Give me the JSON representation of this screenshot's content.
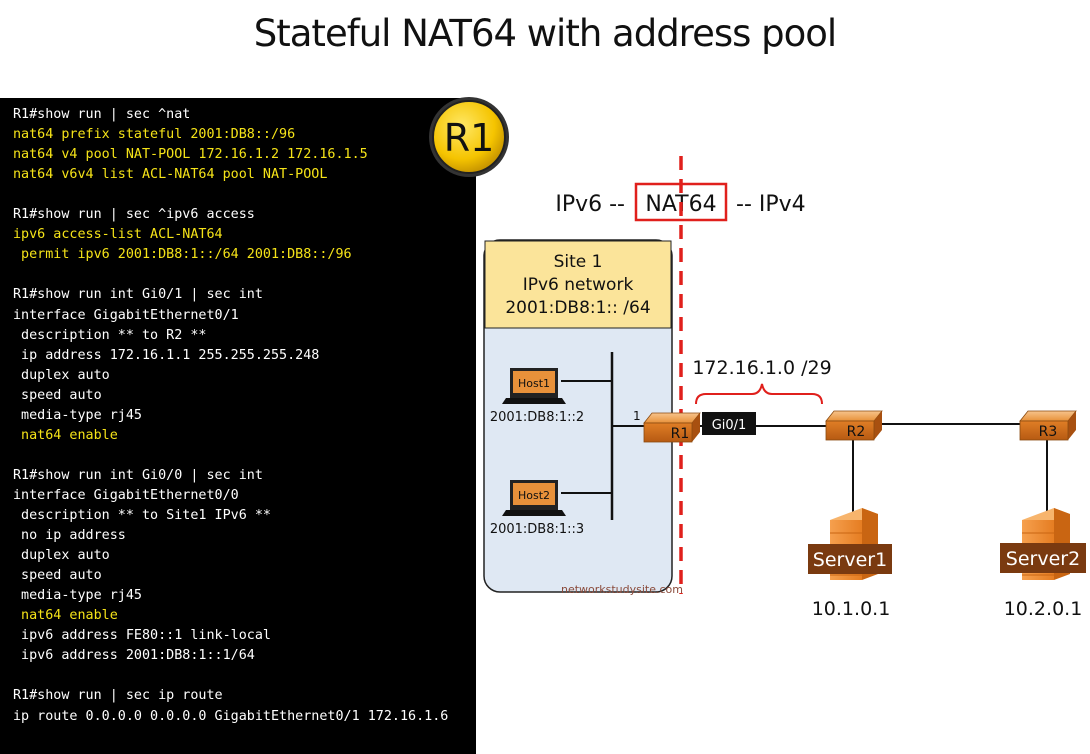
{
  "title": "Stateful NAT64 with address pool",
  "router_badge": "R1",
  "console_lines": [
    {
      "text": "R1#show run | sec ^nat",
      "style": "w"
    },
    {
      "text": "nat64 prefix stateful 2001:DB8::/96",
      "style": "y"
    },
    {
      "text": "nat64 v4 pool NAT-POOL 172.16.1.2 172.16.1.5",
      "style": "y"
    },
    {
      "text": "nat64 v6v4 list ACL-NAT64 pool NAT-POOL",
      "style": "y"
    },
    {
      "text": "",
      "style": "w"
    },
    {
      "text": "R1#show run | sec ^ipv6 access",
      "style": "w"
    },
    {
      "text": "ipv6 access-list ACL-NAT64",
      "style": "y"
    },
    {
      "text": " permit ipv6 2001:DB8:1::/64 2001:DB8::/96",
      "style": "y"
    },
    {
      "text": "",
      "style": "w"
    },
    {
      "text": "R1#show run int Gi0/1 | sec int",
      "style": "w"
    },
    {
      "text": "interface GigabitEthernet0/1",
      "style": "w"
    },
    {
      "text": " description ** to R2 **",
      "style": "w"
    },
    {
      "text": " ip address 172.16.1.1 255.255.255.248",
      "style": "w"
    },
    {
      "text": " duplex auto",
      "style": "w"
    },
    {
      "text": " speed auto",
      "style": "w"
    },
    {
      "text": " media-type rj45",
      "style": "w"
    },
    {
      "text": " nat64 enable",
      "style": "y"
    },
    {
      "text": "",
      "style": "w"
    },
    {
      "text": "R1#show run int Gi0/0 | sec int",
      "style": "w"
    },
    {
      "text": "interface GigabitEthernet0/0",
      "style": "w"
    },
    {
      "text": " description ** to Site1 IPv6 **",
      "style": "w"
    },
    {
      "text": " no ip address",
      "style": "w"
    },
    {
      "text": " duplex auto",
      "style": "w"
    },
    {
      "text": " speed auto",
      "style": "w"
    },
    {
      "text": " media-type rj45",
      "style": "y_no"
    },
    {
      "text": " nat64 enable",
      "style": "y"
    },
    {
      "text": " ipv6 address FE80::1 link-local",
      "style": "w"
    },
    {
      "text": " ipv6 address 2001:DB8:1::1/64",
      "style": "w"
    },
    {
      "text": "",
      "style": "w"
    },
    {
      "text": "R1#show run | sec ip route",
      "style": "w"
    },
    {
      "text": "ip route 0.0.0.0 0.0.0.0 GigabitEthernet0/1 172.16.1.6",
      "style": "w"
    }
  ],
  "labels": {
    "ipv6_side": "IPv6 --",
    "nat64": "NAT64",
    "ipv4_side": "-- IPv4",
    "site_line1": "Site 1",
    "site_line2": "IPv6 network",
    "site_line3": "2001:DB8:1:: /64",
    "subnet": "172.16.1.0 /29",
    "interface_tag": "Gi0/1",
    "port_number": "1",
    "watermark": "networkstudysite.com"
  },
  "hosts": [
    {
      "name": "Host1",
      "address": "2001:DB8:1::2"
    },
    {
      "name": "Host2",
      "address": "2001:DB8:1::3"
    }
  ],
  "routers": [
    "R1",
    "R2",
    "R3"
  ],
  "servers": [
    {
      "name": "Server1",
      "address": "10.1.0.1"
    },
    {
      "name": "Server2",
      "address": "10.2.0.1"
    }
  ],
  "colors": {
    "highlight_text": "#f5e318",
    "nat_boundary": "#e0201c",
    "site_header_fill": "#fbe49a",
    "site_body_fill": "#dfe8f3",
    "router_orange": "#e8913a",
    "server_brown": "#7a3a10"
  }
}
